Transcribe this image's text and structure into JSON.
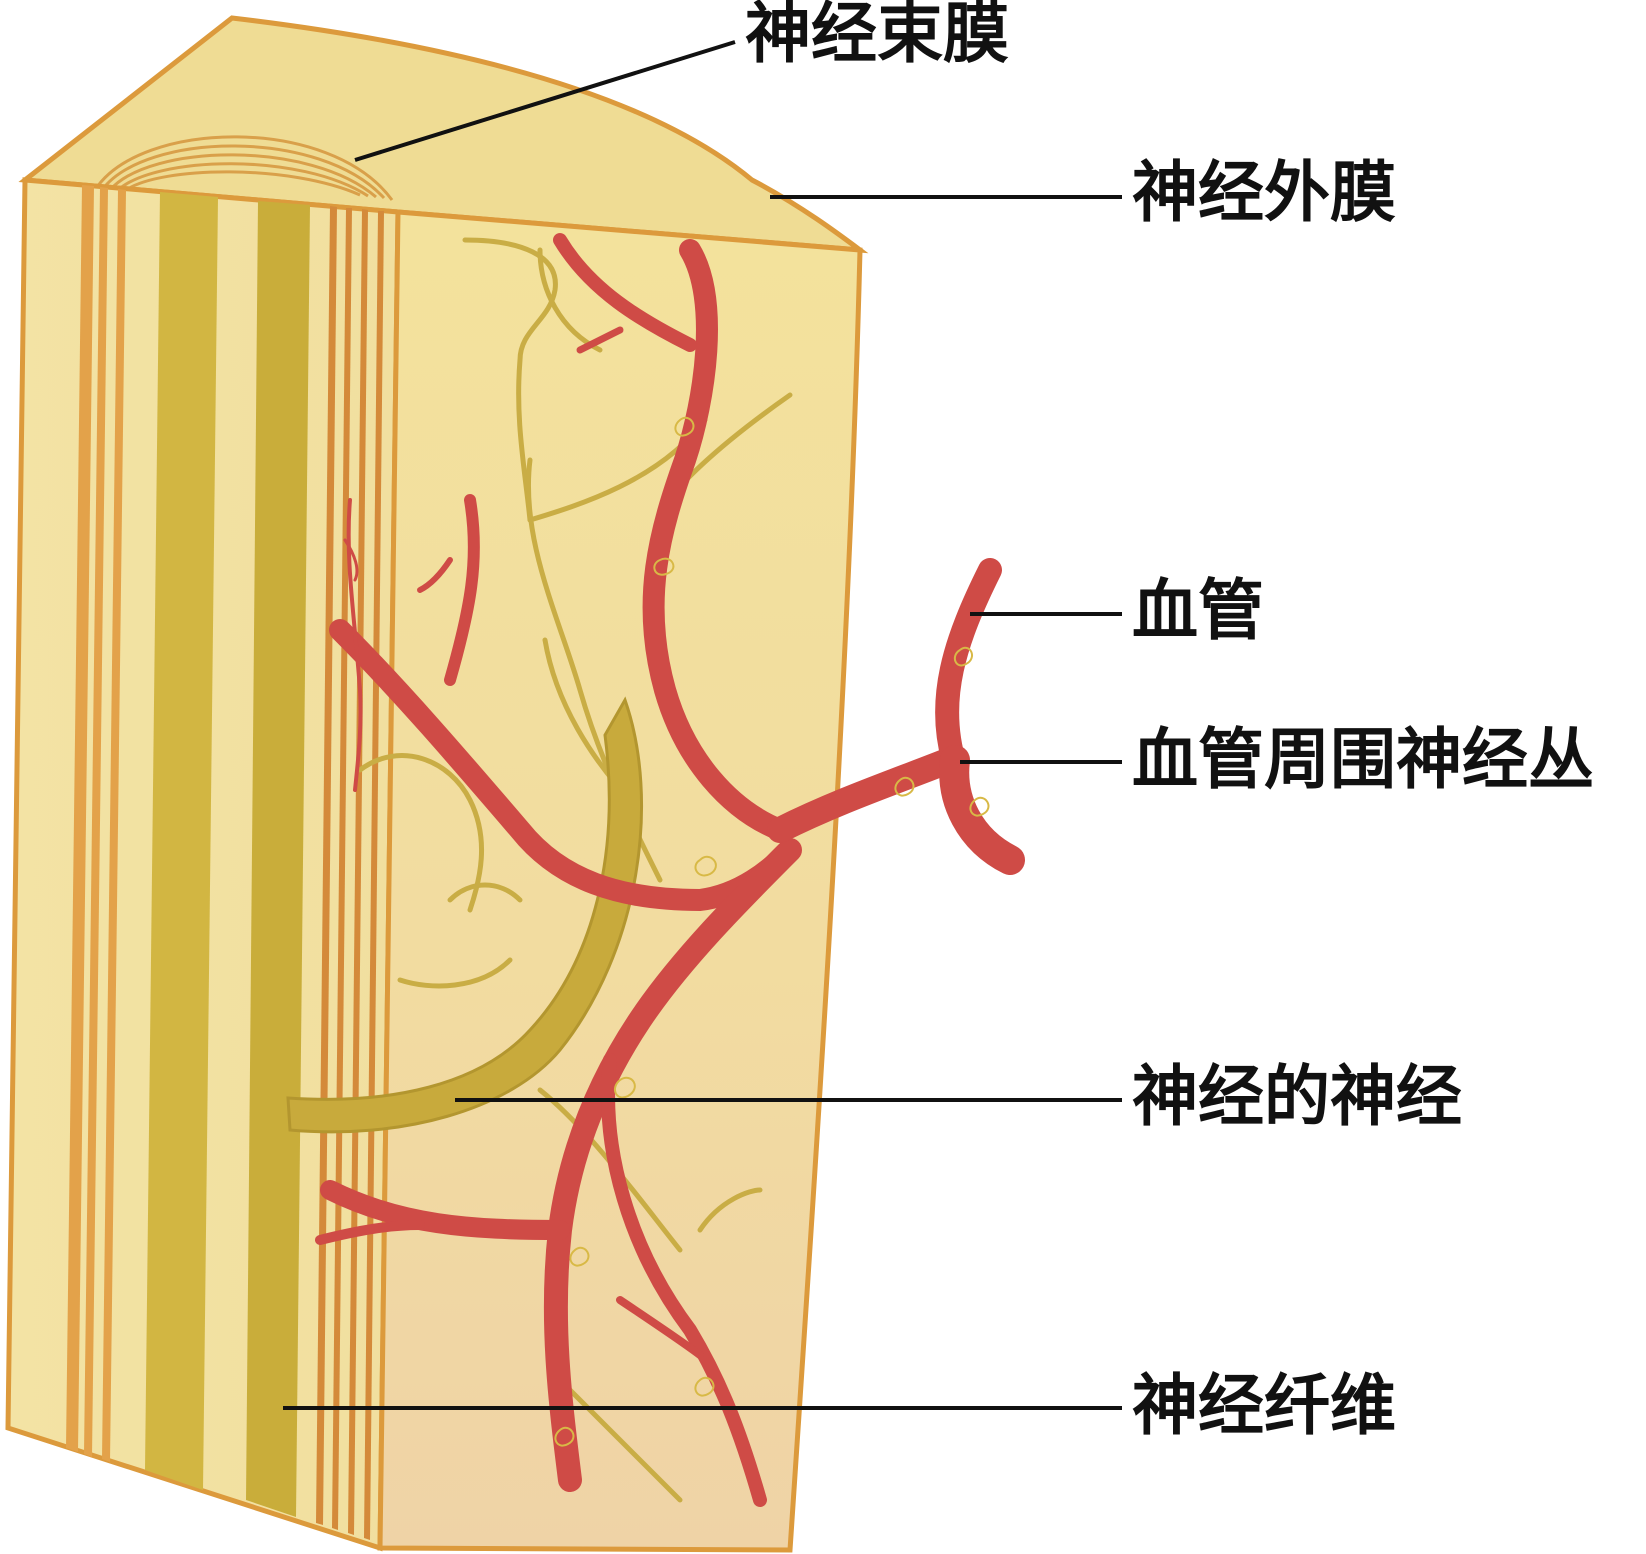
{
  "labels": {
    "perineurium": "神经束膜",
    "epineurium": "神经外膜",
    "blood_vessel": "血管",
    "perivascular_plexus": "血管周围神经丛",
    "nervi_nervorum": "神经的神经",
    "nerve_fiber": "神经纤维"
  },
  "colors": {
    "sheath_light": "#f2e3a2",
    "sheath_top": "#efdc94",
    "sheath_side": "#f0dc98",
    "outline": "#dc9a3c",
    "fiber_stripe": "#d2b642",
    "fiber_stripe_dark": "#c8aa38",
    "lamella": "#d48a3a",
    "nerve_branch": "#c9ad45",
    "vessel": "#cf4b46",
    "vessel_edge": "#a83532",
    "leader_line": "#111111"
  }
}
